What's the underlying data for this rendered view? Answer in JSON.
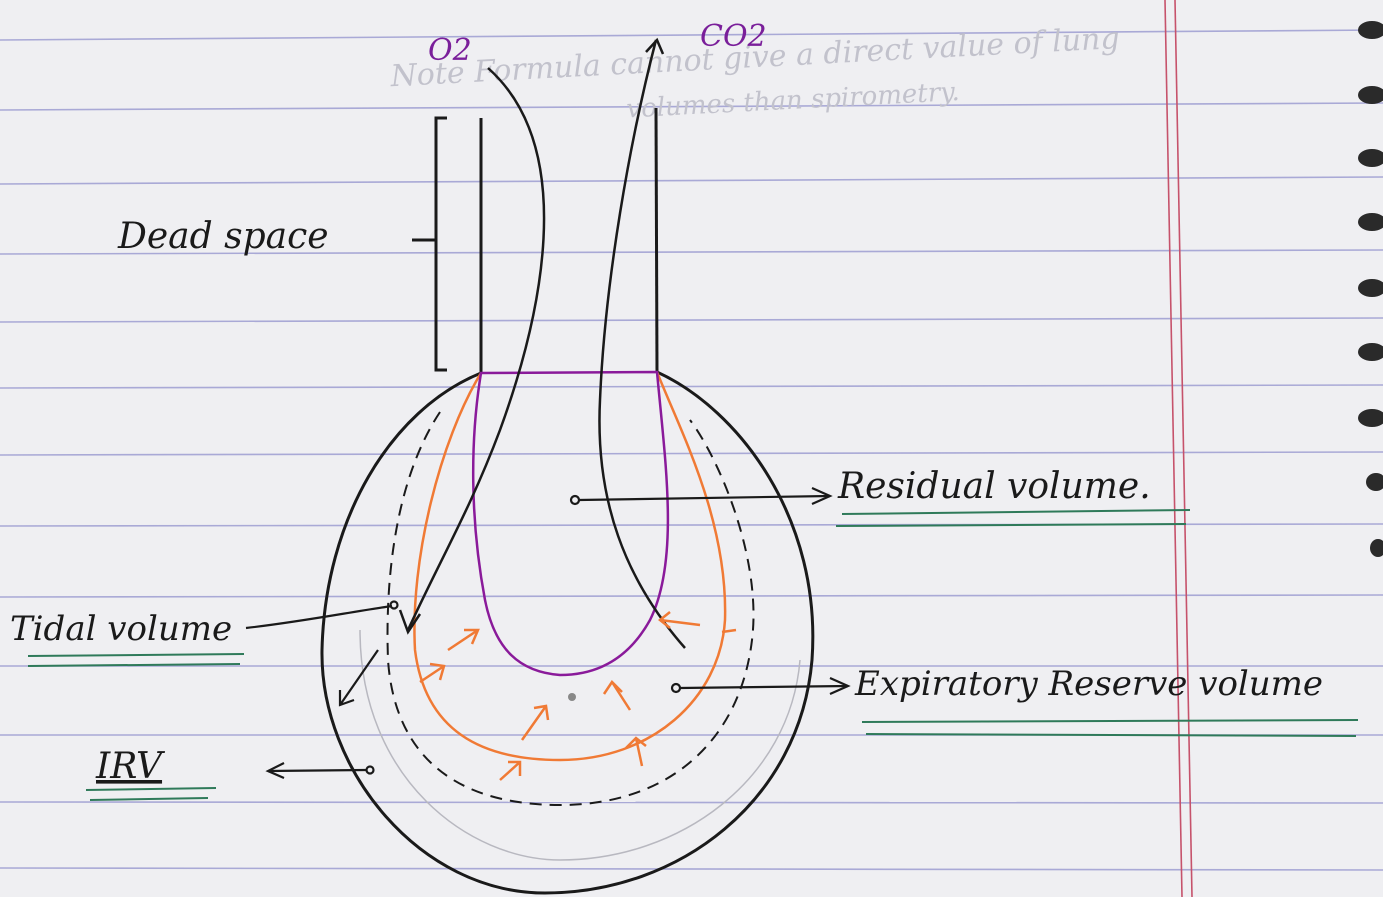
{
  "gases": {
    "inhaled": "O2",
    "exhaled": "CO2"
  },
  "labels": {
    "dead_space": "Dead space",
    "residual_volume": "Residual volume.",
    "tidal_volume": "Tidal volume",
    "expiratory_reserve_volume": "Expiratory Reserve volume",
    "irv": "IRV"
  },
  "faint_text": {
    "note_line1": "Note Formula cannot give a direct value of lung",
    "note_line2": "volumes than spirometry."
  },
  "colors": {
    "paper": "#efeff2",
    "rule_line": "#a9a9d6",
    "margin_line": "#c6526b",
    "ink": "#1a1a1a",
    "gas_label": "#7a1f9a",
    "residual_boundary": "#8a1a9a",
    "expiratory_boundary": "#f07a35",
    "underline": "#2f7a5a"
  }
}
